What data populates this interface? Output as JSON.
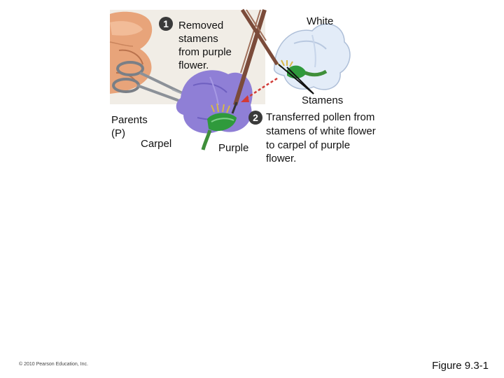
{
  "step1": {
    "number": "1",
    "lines": [
      "Removed",
      "stamens",
      "from purple",
      "flower."
    ]
  },
  "step2": {
    "number": "2",
    "lines": [
      "Transferred pollen from",
      "stamens of white flower",
      "to carpel of purple",
      "flower."
    ]
  },
  "labels": {
    "white": "White",
    "stamens": "Stamens",
    "parents_line1": "Parents",
    "parents_line2": "(P)",
    "carpel": "Carpel",
    "purple": "Purple"
  },
  "copyright": "© 2010 Pearson Education, Inc.",
  "caption": "Figure 9.3-1",
  "colors": {
    "purple_petal": "#8f7fd6",
    "white_petal": "#e3ecf8",
    "carpel_green": "#2f9a3c",
    "pollen_arrow": "#d23a36",
    "hand_skin": "#e9a77e",
    "background": "#ffffff"
  }
}
